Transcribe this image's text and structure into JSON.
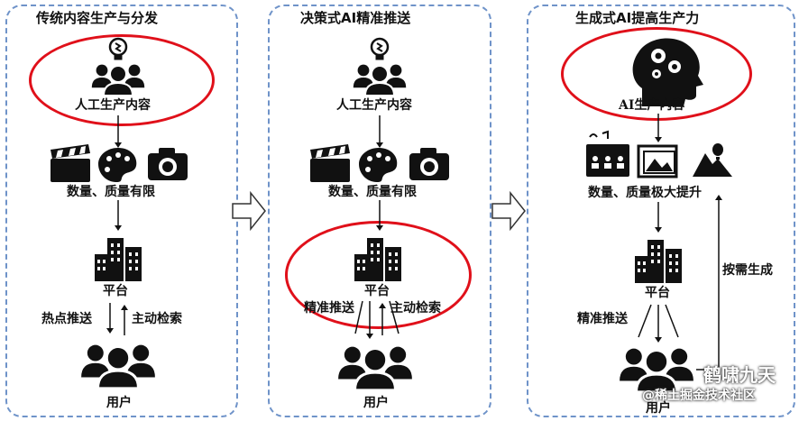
{
  "panels": [
    {
      "title": "传统内容生产与分发",
      "producer": "人工生产内容",
      "content_label": "数量、质量有限",
      "platform_label": "平台",
      "left_edge_label": "热点推送",
      "right_edge_label": "主动检索",
      "user_label": "用户"
    },
    {
      "title": "决策式AI精准推送",
      "producer": "人工生产内容",
      "content_label": "数量、质量有限",
      "platform_label": "平台",
      "left_edge_label": "精准推送",
      "right_edge_label": "主动检索",
      "user_label": "用户"
    },
    {
      "title": "生成式AI提高生产力",
      "producer": "AI生产内容",
      "content_label": "数量、质量极大提升",
      "platform_label": "平台",
      "left_edge_label": "精准推送",
      "side_label": "按需生成",
      "user_label": "用户"
    }
  ],
  "watermark": {
    "brand": "鹤啸九天",
    "handle": "@稀土掘金技术社区"
  },
  "colors": {
    "panel_border": "#6f93c9",
    "highlight_ellipse": "#e0101a",
    "icon": "#111111"
  }
}
